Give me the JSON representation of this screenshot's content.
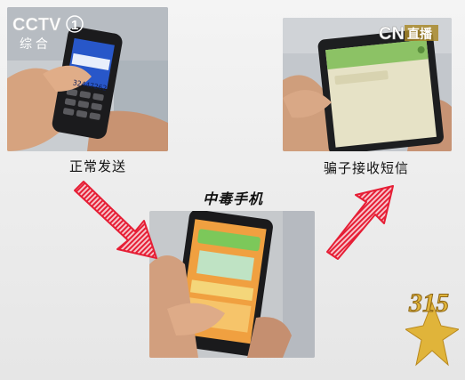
{
  "panels": {
    "left": {
      "caption": "正常发送"
    },
    "center": {
      "caption": "中毒手机"
    },
    "right": {
      "caption": "骗子接收短信"
    }
  },
  "overlays": {
    "left_logo": {
      "brand": "CCTV",
      "channel": "1",
      "subtitle": "综 合"
    },
    "right_logo": {
      "brand": "CN",
      "suffix": "直播"
    },
    "badge": {
      "text": "315"
    }
  },
  "phone_screen": {
    "number": "32447262"
  },
  "colors": {
    "arrow_red": "#e61e35",
    "badge_gold": "#e0b43a",
    "screen_green": "#7cc85a",
    "screen_orange": "#f0a040"
  }
}
